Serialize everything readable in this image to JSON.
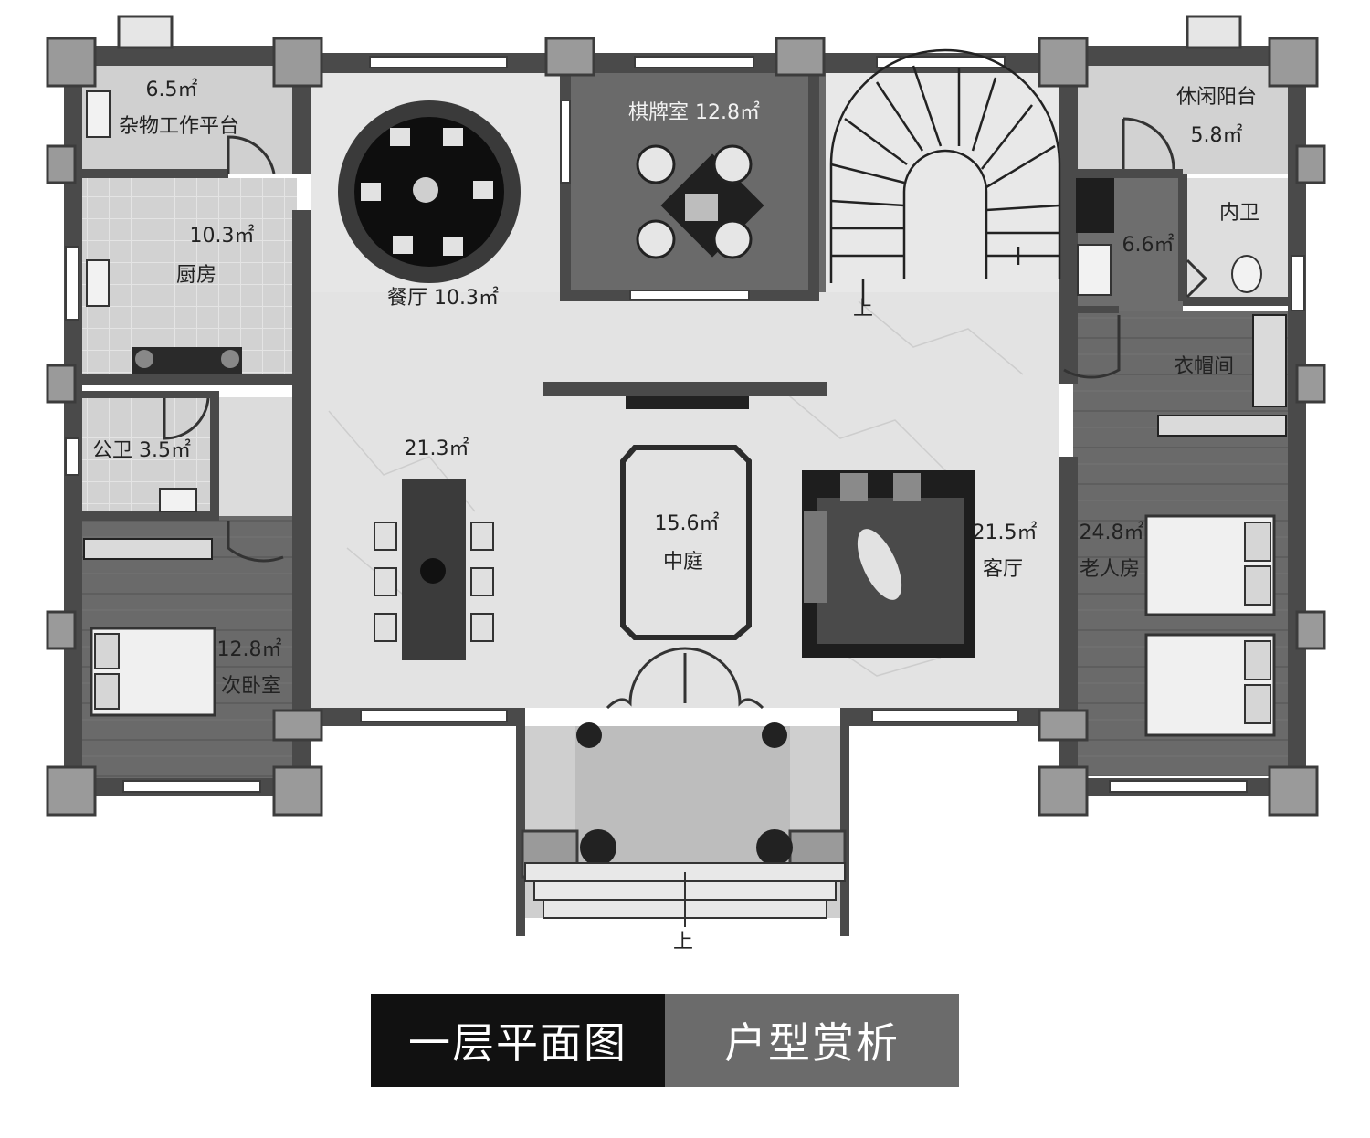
{
  "rooms": {
    "utility_platform": {
      "area": "6.5㎡",
      "name": "杂物工作平台"
    },
    "kitchen": {
      "area": "10.3㎡",
      "name": "厨房"
    },
    "dining": {
      "label": "餐厅 10.3㎡"
    },
    "chess_room": {
      "label": "棋牌室 12.8㎡"
    },
    "leisure_balcony": {
      "name": "休闲阳台",
      "area": "5.8㎡"
    },
    "ensuite_bath": {
      "name": "内卫",
      "area": "6.6㎡"
    },
    "walkin_closet": {
      "name": "衣帽间"
    },
    "public_bath": {
      "label": "公卫 3.5㎡"
    },
    "hall": {
      "area": "21.3㎡"
    },
    "atrium": {
      "area": "15.6㎡",
      "name": "中庭"
    },
    "living": {
      "area": "21.5㎡",
      "name": "客厅"
    },
    "elder_room": {
      "area": "24.8㎡",
      "name": "老人房"
    },
    "guest_room": {
      "area": "12.8㎡",
      "name": "次卧室"
    }
  },
  "stair_up": "上",
  "entrance_up": "上",
  "caption": {
    "left": "一层平面图",
    "right": "户型赏析"
  }
}
